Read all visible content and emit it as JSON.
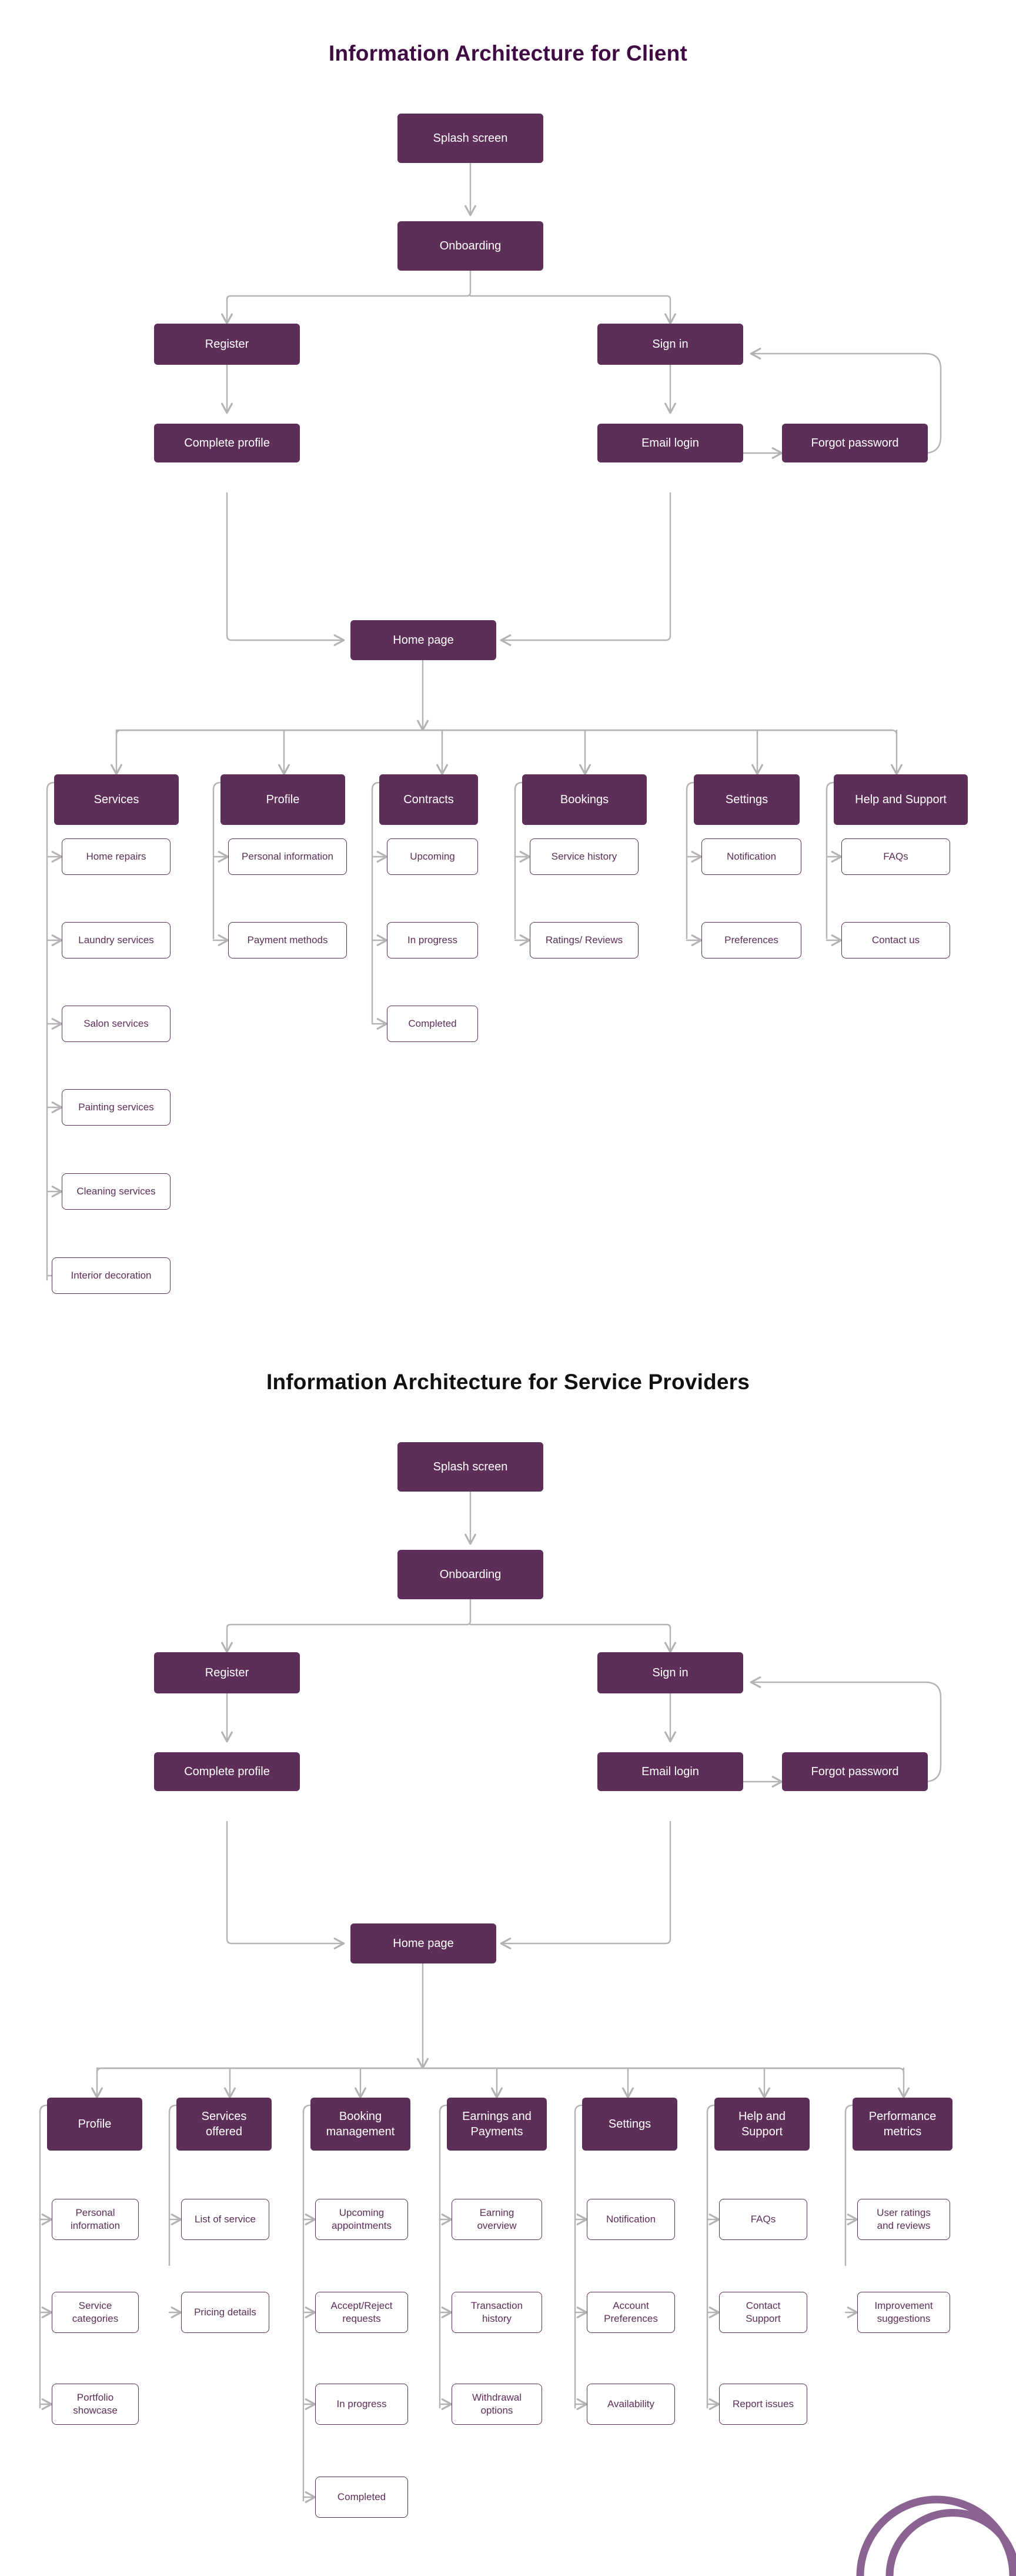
{
  "page": {
    "background": "#ffffff",
    "accent": "#5C2E58",
    "title_color_client": "#3F0B42",
    "title_color_provider": "#111111",
    "edge_color": "#b3b3b3"
  },
  "sections": [
    {
      "id": "client",
      "title": "Information Architecture for Client",
      "flow": {
        "splash": "Splash screen",
        "onboarding": "Onboarding",
        "register": "Register",
        "signin": "Sign in",
        "complete_profile": "Complete profile",
        "email_login": "Email login",
        "forgot_password": "Forgot password",
        "home_page": "Home page"
      },
      "columns": [
        {
          "header": "Services",
          "items": [
            "Home repairs",
            "Laundry services",
            "Salon services",
            "Painting services",
            "Cleaning services",
            "Interior decoration"
          ]
        },
        {
          "header": "Profile",
          "items": [
            "Personal information",
            "Payment methods"
          ]
        },
        {
          "header": "Contracts",
          "items": [
            "Upcoming",
            "In progress",
            "Completed"
          ]
        },
        {
          "header": "Bookings",
          "items": [
            "Service history",
            "Ratings/ Reviews"
          ]
        },
        {
          "header": "Settings",
          "items": [
            "Notification",
            "Preferences"
          ]
        },
        {
          "header": "Help and Support",
          "items": [
            "FAQs",
            "Contact us"
          ]
        }
      ]
    },
    {
      "id": "provider",
      "title": "Information Architecture for Service Providers",
      "flow": {
        "splash": "Splash screen",
        "onboarding": "Onboarding",
        "register": "Register",
        "signin": "Sign in",
        "complete_profile": "Complete profile",
        "email_login": "Email login",
        "forgot_password": "Forgot password",
        "home_page": "Home page"
      },
      "columns": [
        {
          "header": "Profile",
          "items": [
            "Personal\ninformation",
            "Service\ncategories",
            "Portfolio\nshowcase"
          ]
        },
        {
          "header": "Services\noffered",
          "items": [
            "List of service",
            "Pricing details"
          ]
        },
        {
          "header": "Booking\nmanagement",
          "items": [
            "Upcoming\nappointments",
            "Accept/Reject\nrequests",
            "In progress",
            "Completed"
          ]
        },
        {
          "header": "Earnings and\nPayments",
          "items": [
            "Earning\noverview",
            "Transaction\nhistory",
            "Withdrawal\noptions"
          ]
        },
        {
          "header": "Settings",
          "items": [
            "Notification",
            "Account\nPreferences",
            "Availability"
          ]
        },
        {
          "header": "Help and\nSupport",
          "items": [
            "FAQs",
            "Contact\nSupport",
            "Report issues"
          ]
        },
        {
          "header": "Performance\nmetrics",
          "items": [
            "User ratings\nand reviews",
            "Improvement\nsuggestions"
          ]
        }
      ]
    }
  ],
  "decoration": {
    "name": "corner-arcs",
    "color": "#8B6393",
    "count": 2
  }
}
